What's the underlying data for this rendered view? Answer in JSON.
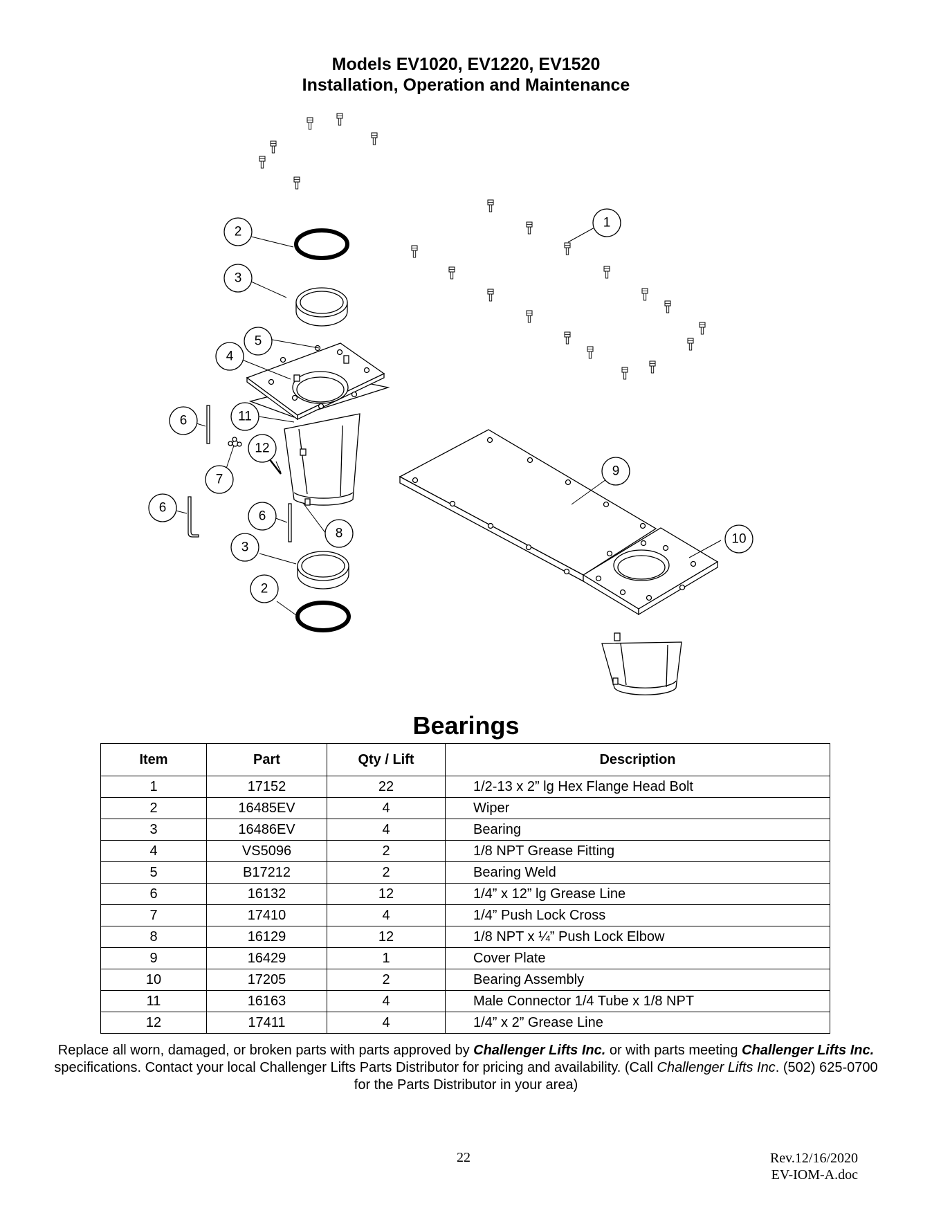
{
  "header": {
    "line1": "Models EV1020, EV1220, EV1520",
    "line2": "Installation, Operation and Maintenance"
  },
  "diagram": {
    "callouts": [
      "1",
      "2",
      "3",
      "4",
      "5",
      "6",
      "7",
      "8",
      "9",
      "10",
      "11",
      "12",
      "6",
      "6",
      "3",
      "2"
    ]
  },
  "section_title": "Bearings",
  "table": {
    "headers": [
      "Item",
      "Part",
      "Qty / Lift",
      "Description"
    ],
    "rows": [
      {
        "item": "1",
        "part": "17152",
        "qty": "22",
        "desc": "1/2-13 x 2” lg Hex Flange Head Bolt"
      },
      {
        "item": "2",
        "part": "16485EV",
        "qty": "4",
        "desc": "Wiper"
      },
      {
        "item": "3",
        "part": "16486EV",
        "qty": "4",
        "desc": "Bearing"
      },
      {
        "item": "4",
        "part": "VS5096",
        "qty": "2",
        "desc": "1/8 NPT Grease Fitting"
      },
      {
        "item": "5",
        "part": "B17212",
        "qty": "2",
        "desc": "Bearing Weld"
      },
      {
        "item": "6",
        "part": "16132",
        "qty": "12",
        "desc": "1/4” x 12” lg Grease Line"
      },
      {
        "item": "7",
        "part": "17410",
        "qty": "4",
        "desc": "1/4” Push Lock Cross"
      },
      {
        "item": "8",
        "part": "16129",
        "qty": "12",
        "desc": "1/8 NPT x ¼” Push Lock Elbow"
      },
      {
        "item": "9",
        "part": "16429",
        "qty": "1",
        "desc": "Cover Plate"
      },
      {
        "item": "10",
        "part": "17205",
        "qty": "2",
        "desc": "Bearing Assembly"
      },
      {
        "item": "11",
        "part": "16163",
        "qty": "4",
        "desc": "Male Connector 1/4 Tube x 1/8 NPT"
      },
      {
        "item": "12",
        "part": "17411",
        "qty": "4",
        "desc": "1/4” x 2” Grease Line"
      }
    ]
  },
  "note": {
    "t1": "Replace all worn, damaged, or broken parts with parts approved by ",
    "b1": "Challenger Lifts Inc.",
    "t2": " or with parts meeting ",
    "b2": "Challenger Lifts Inc.",
    "t3": " specifications. Contact your local Challenger Lifts Parts Distributor for pricing and availability. (Call ",
    "i1": "Challenger Lifts Inc",
    "t4": ". (502) 625-0700 for the Parts Distributor in your area)"
  },
  "footer": {
    "page": "22",
    "rev": "Rev.12/16/2020",
    "doc": "EV-IOM-A.doc"
  }
}
